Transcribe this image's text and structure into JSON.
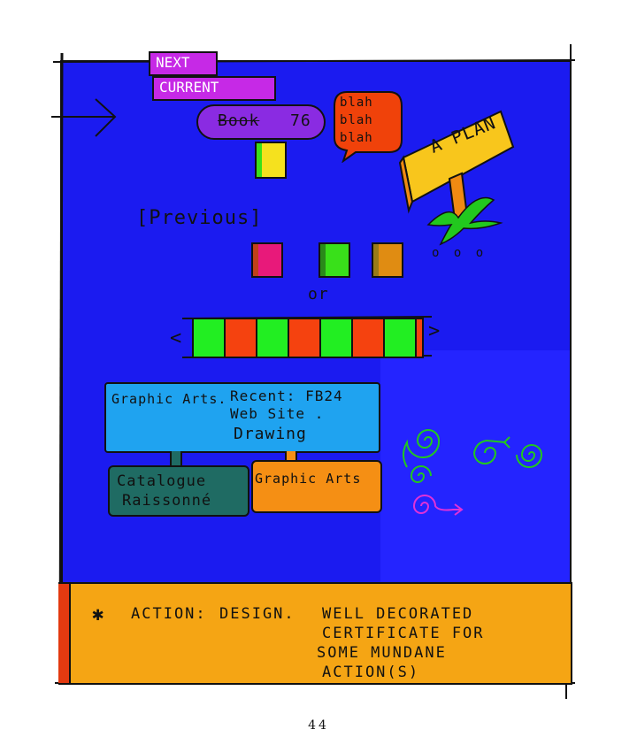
{
  "nav": {
    "next_label": "NEXT",
    "current_label": "CURRENT",
    "book_label": "Book",
    "book_number": "76",
    "previous_label": "[Previous]",
    "or_label": "or",
    "left_arrow": "<",
    "right_arrow": ">"
  },
  "speech": {
    "text": "blah blah blah"
  },
  "sign": {
    "text": "A PLAN"
  },
  "ellipsis": "o o o",
  "menu": {
    "main_box_left": "Graphic Arts.",
    "main_box_line1": "Recent: FB24",
    "main_box_line2": "Web Site .",
    "main_box_line3": "Drawing",
    "catalogue_line1": "Catalogue",
    "catalogue_line2": "Raissonné",
    "graphic_arts_label": "Graphic Arts"
  },
  "action": {
    "star": "✱",
    "prefix": "ACTION:",
    "design": "DESIGN.",
    "line1": "WELL DECORATED",
    "line2": "CERTIFICATE  FOR",
    "line3": "SOME MUNDANE",
    "line4": "ACTION(S)"
  },
  "page_number": "44",
  "colors": {
    "board_blue": "#1b1bf0",
    "tag_purple": "#c629e6",
    "book_purple": "#8a2be2",
    "speech_red": "#f0420a",
    "sign_yellow": "#f8c61c",
    "square_yellow": "#f5e11e",
    "square_pink": "#e8197a",
    "square_green": "#39e01a",
    "square_orange": "#e08c12",
    "strip_green": "#22ee22",
    "strip_red": "#f5420f",
    "box_light_blue": "#1fa3f0",
    "box_teal": "#1f6b63",
    "box_orange": "#f58f14",
    "action_orange": "#f5a514"
  }
}
